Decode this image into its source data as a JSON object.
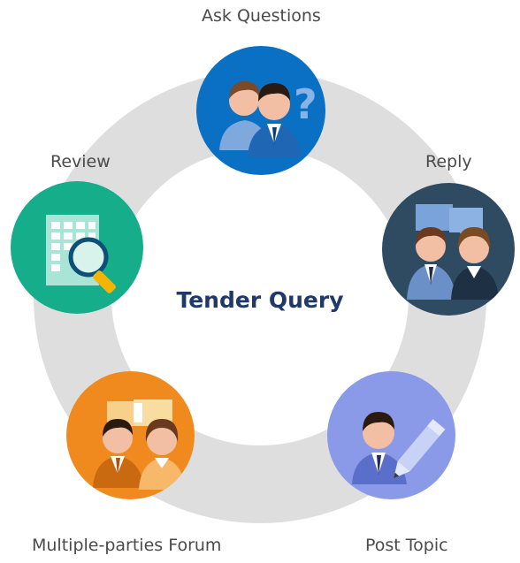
{
  "center_title": "Tender Query",
  "nodes": {
    "ask": {
      "label": "Ask Questions",
      "color": "#0a70c4",
      "icon": "two-people-question-icon"
    },
    "reply": {
      "label": "Reply",
      "color": "#2f4b62",
      "icon": "two-people-speech-bubbles-icon"
    },
    "post": {
      "label": "Post Topic",
      "color": "#8a9ae8",
      "icon": "person-pencil-icon"
    },
    "forum": {
      "label": "Multiple-parties Forum",
      "color": "#f18a1e",
      "icon": "two-people-speech-bubbles-icon"
    },
    "review": {
      "label": "Review",
      "color": "#15ad8a",
      "icon": "spreadsheet-magnifier-icon"
    }
  },
  "ring_color": "#dedede"
}
